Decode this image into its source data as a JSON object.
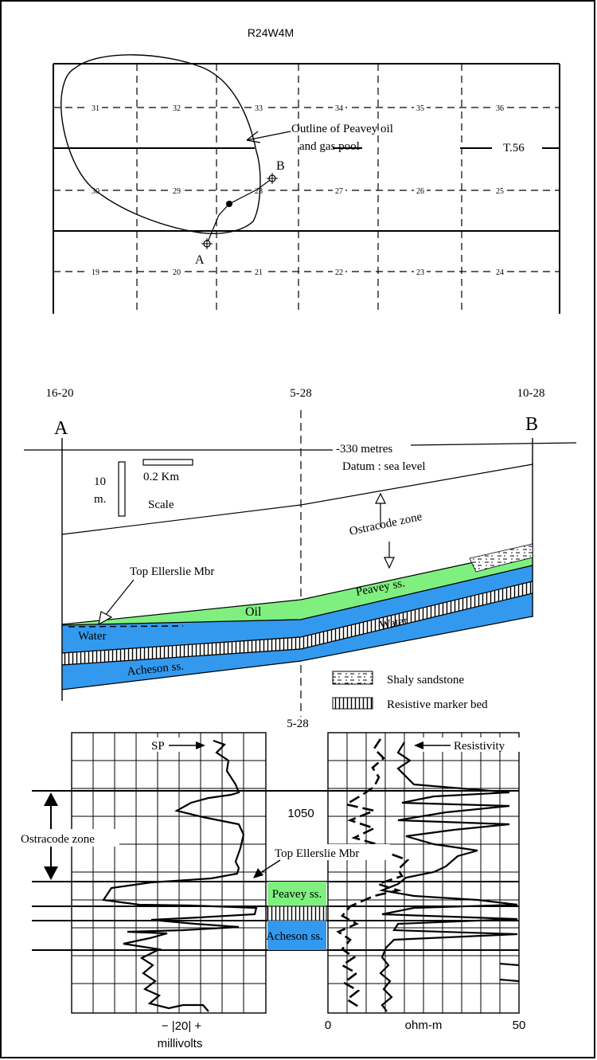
{
  "map": {
    "title": "R24W4M",
    "sections_row1": [
      "31",
      "32",
      "33",
      "34",
      "35",
      "36"
    ],
    "sections_row2": [
      "30",
      "29",
      "28",
      "27",
      "26",
      "25"
    ],
    "sections_row3": [
      "19",
      "20",
      "21",
      "22",
      "23",
      "24"
    ],
    "pool_label_line1": "Outline of Peavey oil",
    "pool_label_line2": "and gas pool",
    "township_label": "T.56",
    "well_a": "A",
    "well_b": "B"
  },
  "cross_section": {
    "well_left": "16-20",
    "well_mid": "5-28",
    "well_right": "10-28",
    "end_left": "A",
    "end_right": "B",
    "datum_line1": "-330 metres",
    "datum_line2": "Datum : sea level",
    "scale_vertical_value": "10",
    "scale_vertical_unit": "m.",
    "scale_horizontal": "0.2 Km",
    "scale_label": "Scale",
    "ostracode_zone": "Ostracode zone",
    "top_ellerslie": "Top Ellerslie Mbr",
    "peavey": "Peavey ss.",
    "oil": "Oil",
    "water_left": "Water",
    "water_right": "Water",
    "acheson": "Acheson ss.",
    "legend_shaly": "Shaly sandstone",
    "legend_resistive": "Resistive marker bed",
    "colors": {
      "oil_sand": "#7ff07f",
      "water": "#3399ee",
      "line": "#000000"
    }
  },
  "well_log": {
    "well": "5-28",
    "sp_label": "SP",
    "resistivity_label": "Resistivity",
    "depth": "1050",
    "ostracode_zone": "Ostracode zone",
    "top_ellerslie": "Top Ellerslie Mbr",
    "peavey": "Peavey ss.",
    "acheson": "Acheson ss.",
    "sp_scale": "− |20| +",
    "sp_unit": "millivolts",
    "res_min": "0",
    "res_unit": "ohm-m",
    "res_max": "50"
  }
}
